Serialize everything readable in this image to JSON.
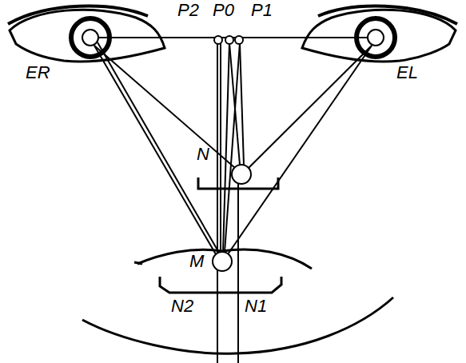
{
  "diagram": {
    "labels": [
      "P2",
      "P0",
      "P1",
      "ER",
      "EL",
      "N",
      "M",
      "N2",
      "N1"
    ]
  }
}
